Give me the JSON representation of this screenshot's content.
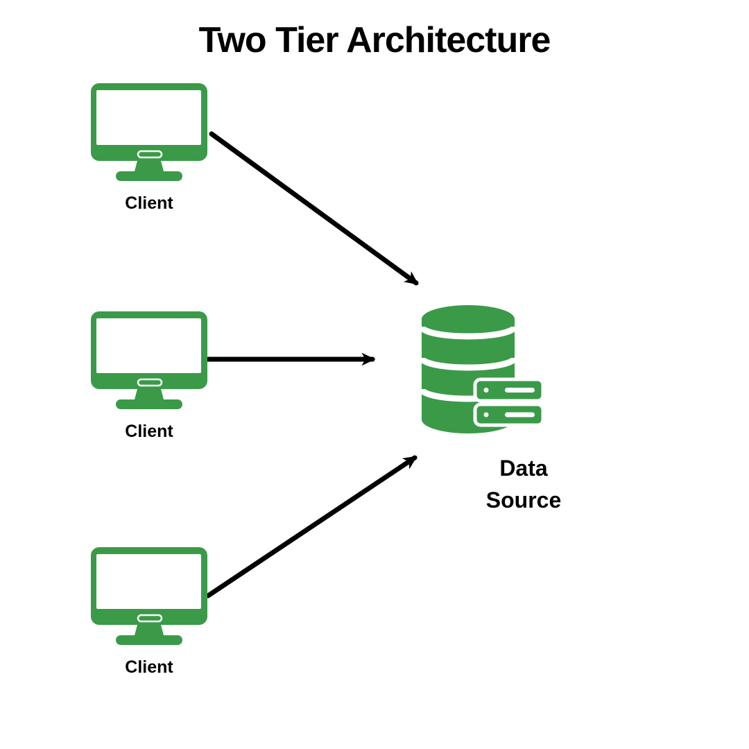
{
  "title": "Two Tier Architecture",
  "colors": {
    "green": "#3A9A48",
    "black": "#000000",
    "white": "#FFFFFF",
    "background": "#FFFFFF"
  },
  "nodes": {
    "clients": [
      {
        "label": "Client",
        "icon": "monitor-icon"
      },
      {
        "label": "Client",
        "icon": "monitor-icon"
      },
      {
        "label": "Client",
        "icon": "monitor-icon"
      }
    ],
    "data_source": {
      "label": "Data Source",
      "icon": "database-icon"
    }
  },
  "connections": [
    {
      "from": "client-1",
      "to": "data-source"
    },
    {
      "from": "client-2",
      "to": "data-source"
    },
    {
      "from": "client-3",
      "to": "data-source"
    }
  ]
}
